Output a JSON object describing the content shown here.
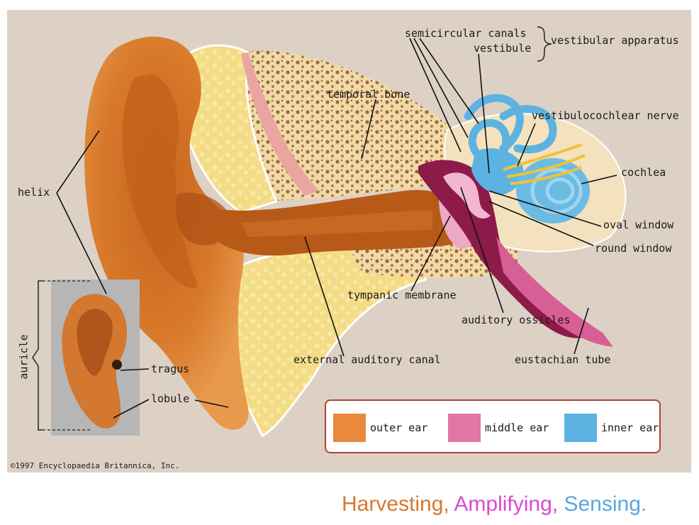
{
  "labels": {
    "semicircular_canals": "semicircular canals",
    "vestibule": "vestibule",
    "vestibular_apparatus": "vestibular apparatus",
    "temporal_bone": "temporal bone",
    "vestibulocochlear_nerve": "vestibulocochlear nerve",
    "cochlea": "cochlea",
    "helix": "helix",
    "oval_window": "oval window",
    "round_window": "round window",
    "tympanic_membrane": "tympanic membrane",
    "auditory_ossicles": "auditory ossicles",
    "auricle": "auricle",
    "tragus": "tragus",
    "lobule": "lobule",
    "external_auditory_canal": "external auditory canal",
    "eustachian_tube": "eustachian tube"
  },
  "legend": [
    {
      "label": "outer ear",
      "color": "#e8893e"
    },
    {
      "label": "middle ear",
      "color": "#e077a6"
    },
    {
      "label": "inner ear",
      "color": "#5cb3e1"
    }
  ],
  "copyright": "©1997 Encyclopaedia Britannica, Inc.",
  "tagline": {
    "part1": "Harvesting,",
    "part2": "Amplifying,",
    "part3": "Sensing.",
    "color1": "#d9772e",
    "color2": "#d54cd5",
    "color3": "#5aa7e0"
  }
}
